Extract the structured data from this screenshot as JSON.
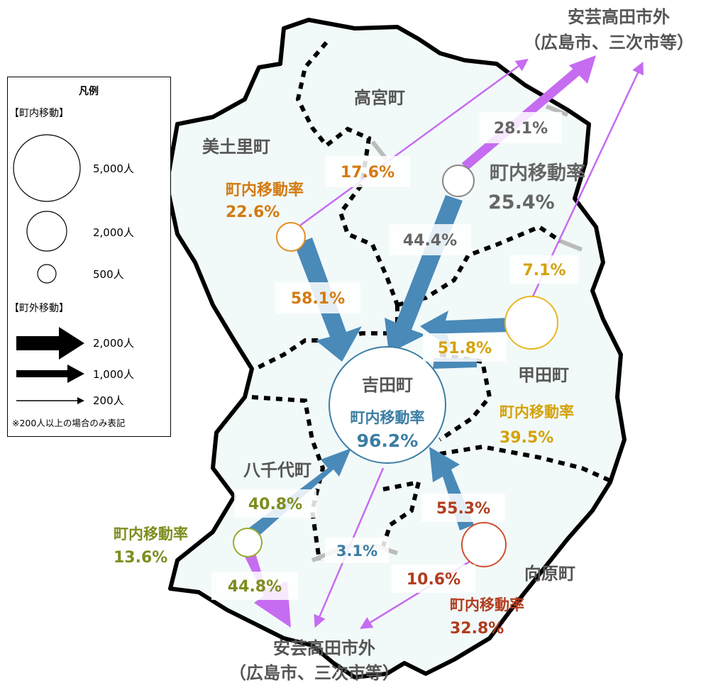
{
  "colors": {
    "land": "#f2f9f9",
    "yoshida": "#3b7da3",
    "mitsugi": "#d47a10",
    "takamiya": "#666666",
    "koda": "#d4a20a",
    "yachiyo": "#7e8d1e",
    "mukaihara": "#b23c1f",
    "outer_flow": "#c66cf0",
    "inner_flow": "#4a8ab8"
  },
  "destinations": {
    "top": {
      "line1": "安芸高田市外",
      "line2": "（広島市、三次市等）"
    },
    "bottom": {
      "line1": "安芸高田市外",
      "line2": "（広島市、三次市等）"
    }
  },
  "towns": {
    "takamiya": {
      "name": "高宮町",
      "rate_label": "町内移動率",
      "rate": "25.4%"
    },
    "mitsugi": {
      "name": "美土里町",
      "rate_label": "町内移動率",
      "rate": "22.6%"
    },
    "koda": {
      "name": "甲田町",
      "rate_label": "町内移動率",
      "rate": "39.5%"
    },
    "yoshida": {
      "name": "吉田町",
      "rate_label": "町内移動率",
      "rate": "96.2%"
    },
    "yachiyo": {
      "name": "八千代町",
      "rate_label": "町内移動率",
      "rate": "13.6%"
    },
    "mukaihara": {
      "name": "向原町",
      "rate_label": "町内移動率",
      "rate": "32.8%"
    }
  },
  "flow_labels": {
    "mitsugi_out": "17.6%",
    "takamiya_out": "28.1%",
    "takamiya_yoshida": "44.4%",
    "mitsugi_yoshida": "58.1%",
    "koda_out": "7.1%",
    "koda_yoshida": "51.8%",
    "yachiyo_yoshida": "40.8%",
    "yachiyo_out": "44.8%",
    "yoshida_out": "3.1%",
    "mukaihara_out": "10.6%",
    "mukaihara_yoshida": "55.3%"
  },
  "legend": {
    "title": "凡例",
    "inner_heading": "【町内移動】",
    "circle_large": "5,000人",
    "circle_medium": "2,000人",
    "circle_small": "500人",
    "outer_heading": "【町外移動】",
    "arrow_large": "2,000人",
    "arrow_medium": "1,000人",
    "arrow_small": "200人",
    "note": "※200人以上の場合のみ表記"
  }
}
